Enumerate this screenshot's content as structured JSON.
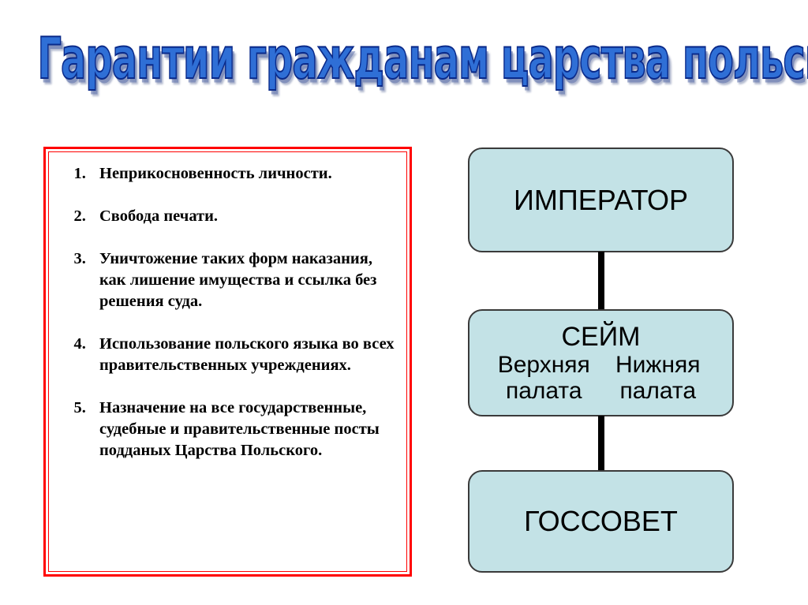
{
  "slide": {
    "title": "Гарантии гражданам царства польского"
  },
  "guarantees": {
    "items": [
      "Неприкосновенность личности.",
      "Свобода печати.",
      "Уничтожение таких форм наказания, как лишение имущества и ссылка без решения суда.",
      "Использование польского языка во всех правительственных учреждениях.",
      "Назначение на все государственные, судебные и правительственные посты подданых Царства Польского."
    ]
  },
  "diagram": {
    "nodes": {
      "emperor": {
        "label": "ИМПЕРАТОР"
      },
      "sejm": {
        "title": "СЕЙМ",
        "left_chamber": "Верхняя палата",
        "right_chamber": "Нижняя палата"
      },
      "state_council": {
        "label": "ГОССОВЕТ"
      }
    }
  },
  "colors": {
    "title_blue": "#2f6fd6",
    "title_outline": "#0a2a8a",
    "box_border_red": "#ff0000",
    "node_fill": "#c3e2e6",
    "node_border": "#3a3a3a",
    "connector": "#000000"
  }
}
